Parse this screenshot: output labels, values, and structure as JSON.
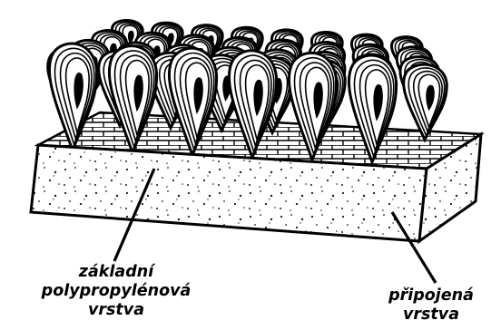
{
  "labels": {
    "base_layer": {
      "line1": "základní",
      "line2": "polypropylénová",
      "line3": "vrstva"
    },
    "attached_layer": {
      "line1": "připojená",
      "line2": "vrstva"
    }
  }
}
